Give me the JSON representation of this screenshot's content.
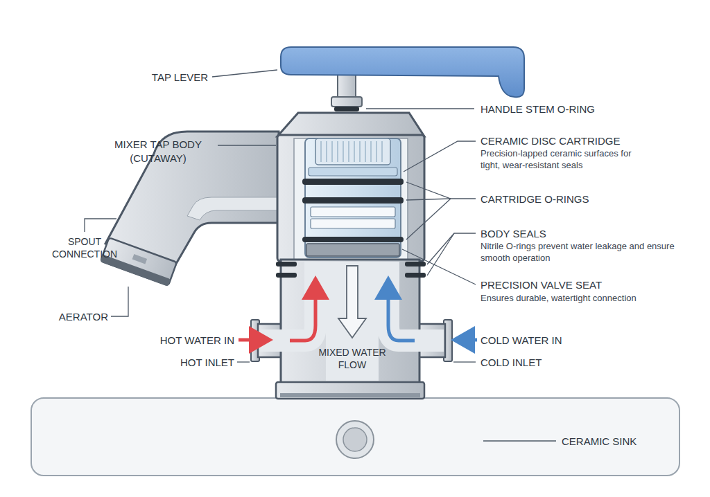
{
  "diagram": {
    "labels": [
      "TAP LEVER",
      "HANDLE STEM O-RING",
      "MIXER TAP BODY (CUTAWAY)",
      "CERAMIC DISC CARTRIDGE",
      "Precision-lapped ceramic surfaces for tight, wear-resistant seals",
      "CARTRIDGE O-RINGS",
      "SPOUT CONNECTION",
      "BODY SEALS",
      "Nitrile O-rings prevent water leakage and ensure smooth operation",
      "PRECISION VALVE SEAT",
      "Ensures durable, watertight connection",
      "AERATOR",
      "HOT WATER IN",
      "MIXED WATER FLOW",
      "COLD WATER IN",
      "HOT INLET",
      "COLD INLET",
      "CERAMIC SINK"
    ]
  }
}
